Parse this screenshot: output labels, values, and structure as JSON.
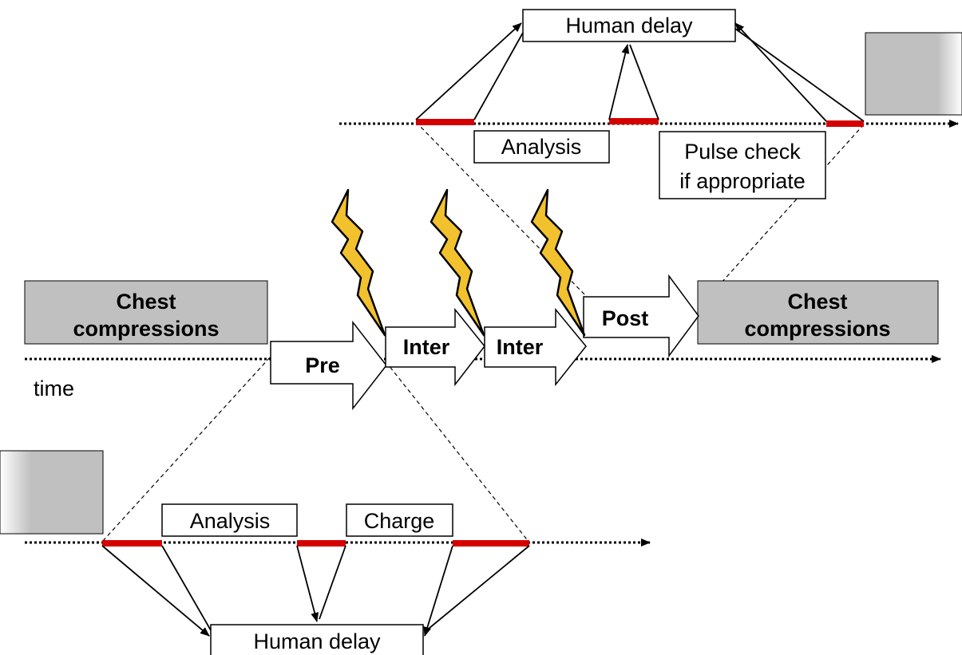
{
  "top_detail": {
    "human_delay": "Human delay",
    "analysis": "Analysis",
    "pulse_check_line1": "Pulse check",
    "pulse_check_line2": "if appropriate"
  },
  "main_timeline": {
    "chest_compressions_left_line1": "Chest",
    "chest_compressions_left_line2": "compressions",
    "chest_compressions_right_line1": "Chest",
    "chest_compressions_right_line2": "compressions",
    "pre": "Pre",
    "inter_1": "Inter",
    "inter_2": "Inter",
    "post": "Post",
    "time_label": "time"
  },
  "bottom_detail": {
    "analysis": "Analysis",
    "charge": "Charge",
    "human_delay": "Human delay"
  },
  "colors": {
    "pause_segment": "#d40000",
    "compression_box": "#c0c0c0",
    "shock_bolt": "#f2c12e",
    "line": "#000000"
  }
}
